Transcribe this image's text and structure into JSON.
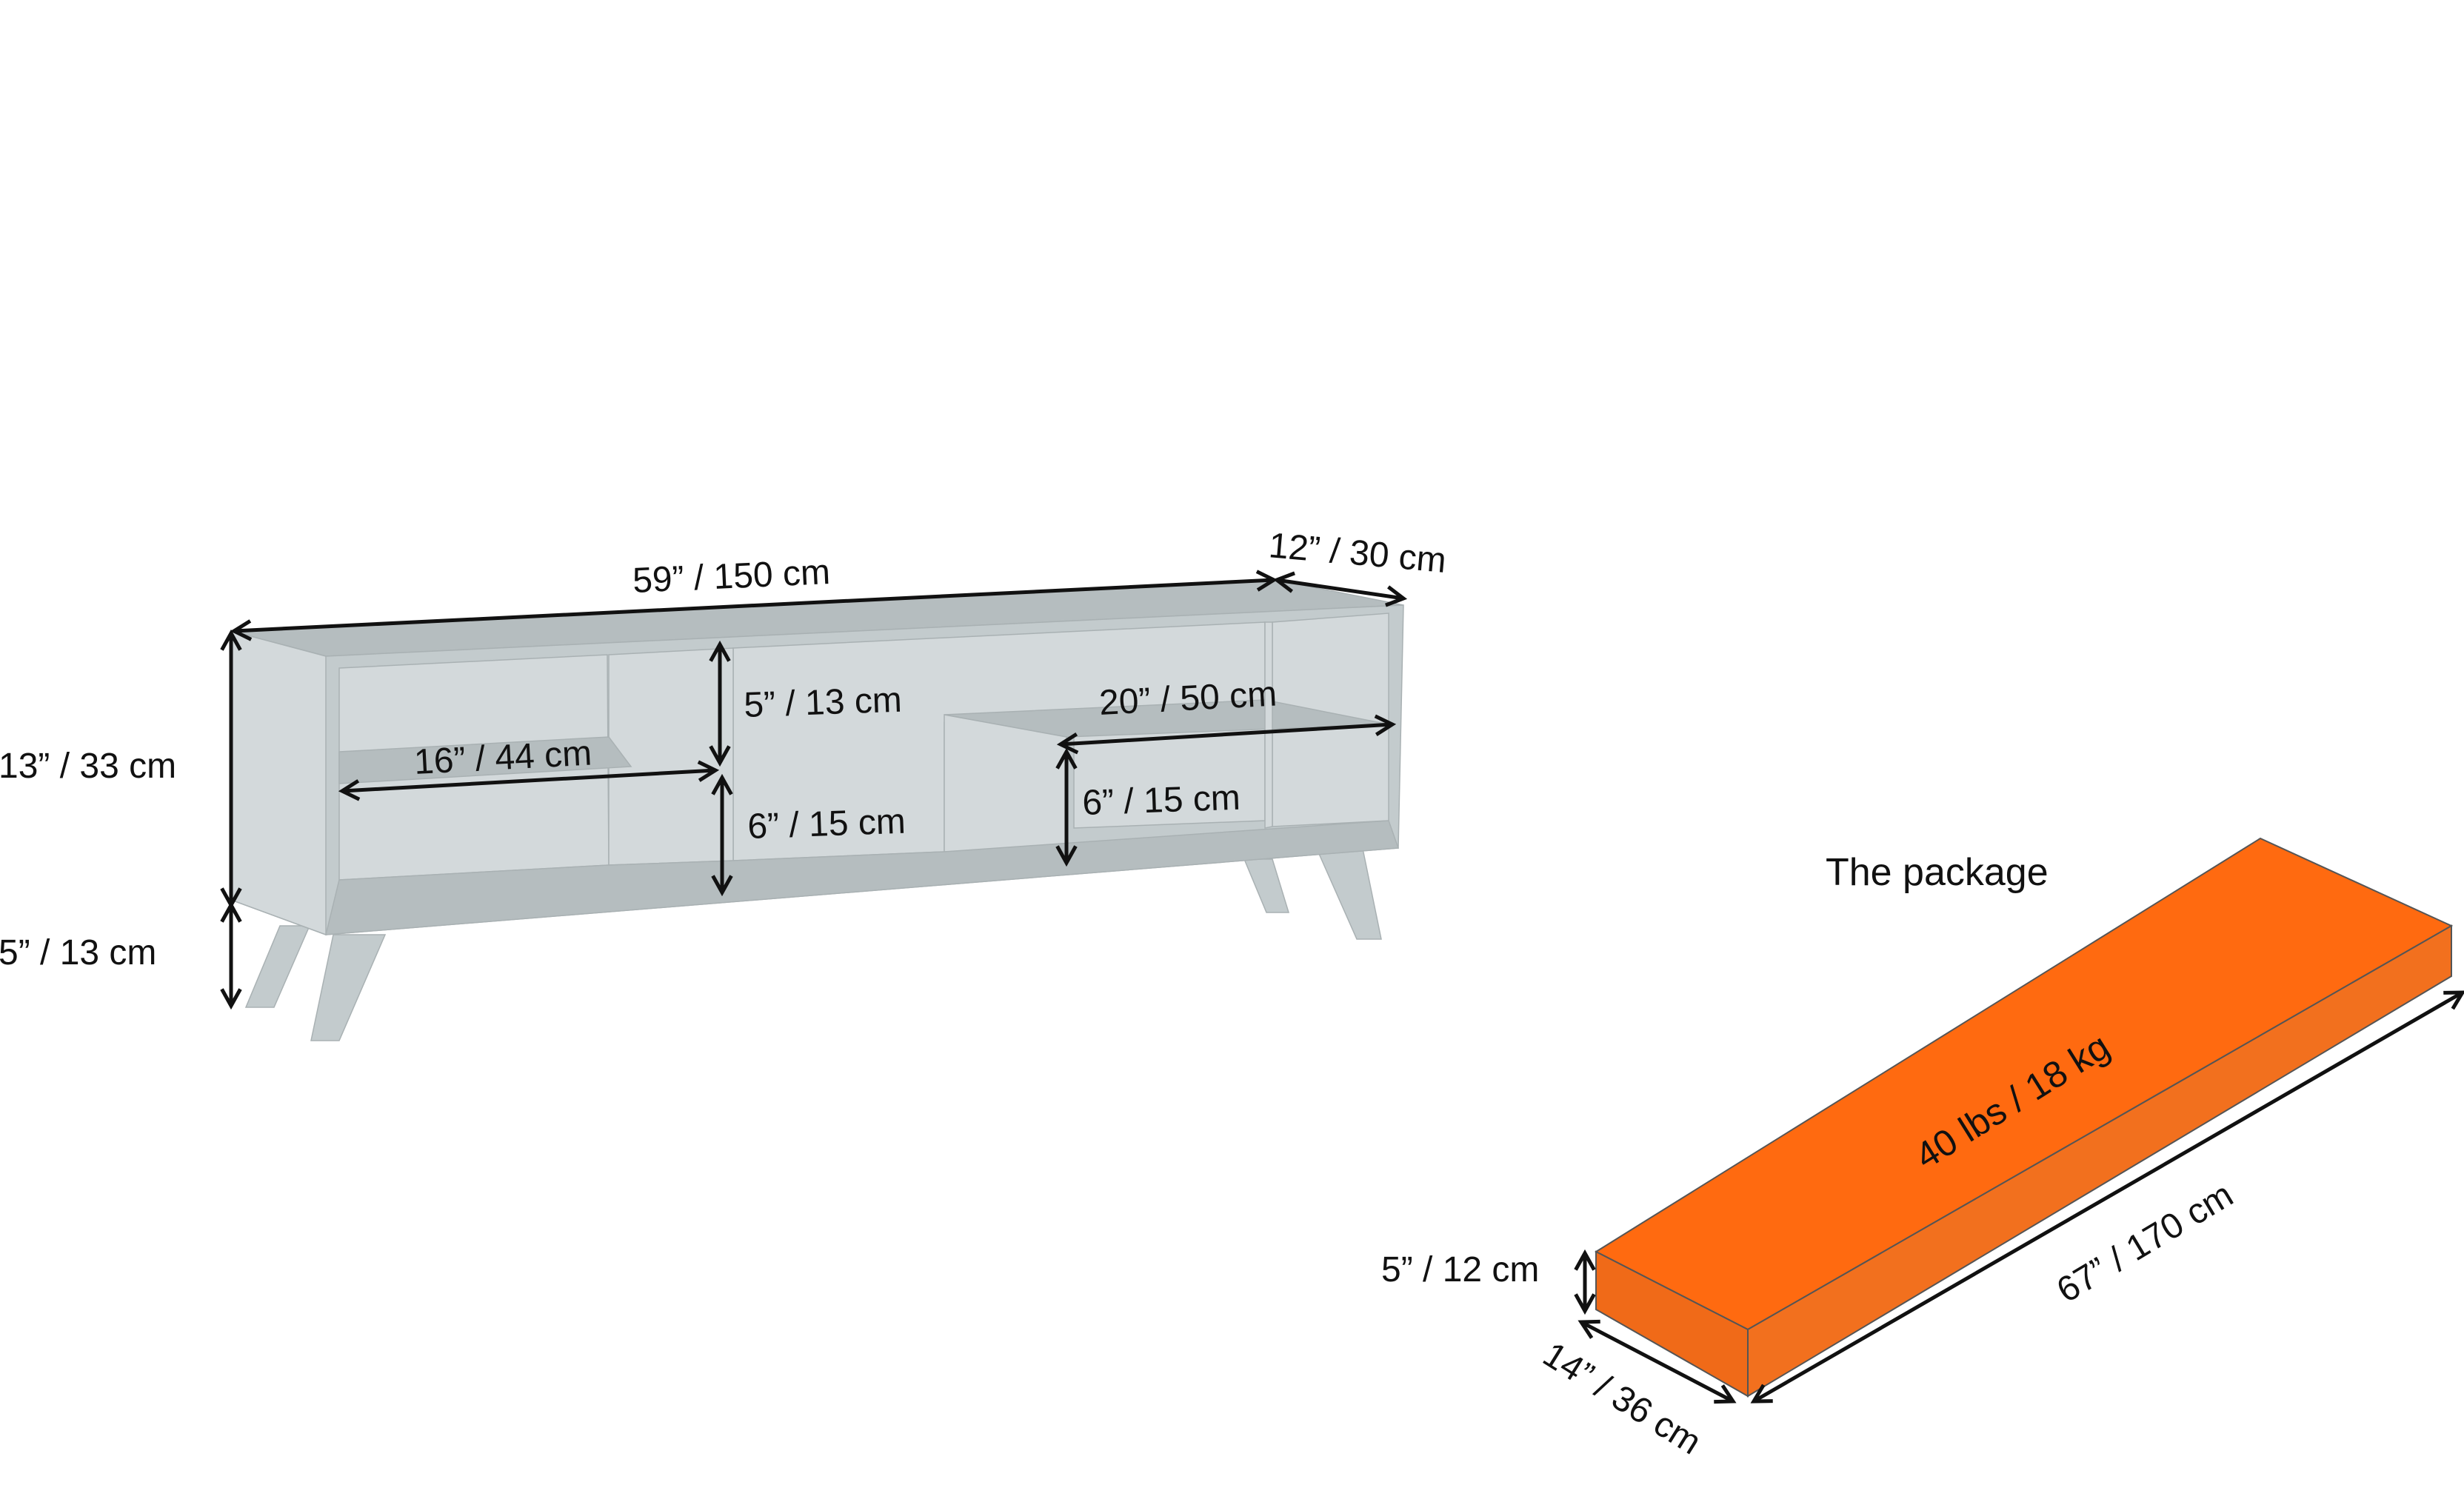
{
  "colors": {
    "furniture_face": "#c3cbcd",
    "furniture_top": "#b5bdbf",
    "furniture_inner": "#d3d9db",
    "furniture_leg": "#c3cbcd",
    "package_top": "#ff6a10",
    "package_front": "#f06a18",
    "package_side": "#f2701e",
    "dimension_line": "#111111",
    "package_outline": "#555555"
  },
  "tv_stand": {
    "width_label": "59” / 150 cm",
    "depth_label": "12” / 30 cm",
    "height_label": "13” / 33 cm",
    "leg_height_label": "5” / 13 cm",
    "left_shelf_width_label": "16” / 44 cm",
    "upper_compartment_height_label": "5” / 13 cm",
    "lower_compartment_height_label": "6” / 15 cm",
    "right_shelf_width_label": "20” / 50 cm",
    "right_compartment_height_label": "6” / 15 cm"
  },
  "package": {
    "title": "The package",
    "weight_label": "40 lbs / 18 kg",
    "length_label": "67” / 170 cm",
    "width_label": "14” / 36 cm",
    "height_label": "5” / 12 cm"
  }
}
